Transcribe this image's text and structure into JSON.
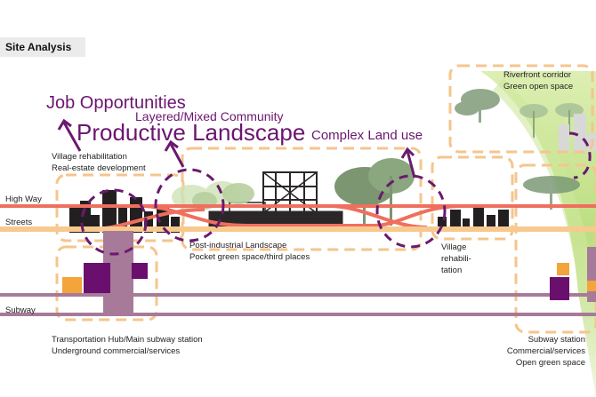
{
  "title": "Site Analysis",
  "roads": {
    "highway": "High Way",
    "streets": "Streets",
    "subway": "Subway"
  },
  "headings": {
    "job": "Job Opportunities",
    "layered": "Layered/Mixed Community",
    "productive": "Productive Landscape",
    "complex": "Complex Land use"
  },
  "annotations": {
    "village_top": [
      "Village rehabilitation",
      "Real-estate development"
    ],
    "postindustrial": [
      "Post-industrial Landscape",
      "Pocket green space/third places"
    ],
    "village_right": [
      "Village",
      "rehabili-",
      "tation"
    ],
    "riverfront": [
      "Riverfront corridor",
      "Green open space"
    ],
    "transport": [
      "Transportation Hub/Main subway station",
      "Underground commercial/services"
    ],
    "subway_station": [
      "Subway station",
      "Commercial/services",
      "Open green space"
    ]
  },
  "colors": {
    "purple_text": "#6b1570",
    "highway": "#ef6f5e",
    "streets": "#f7c98f",
    "subway": "#a77a99",
    "dashed_box": "#f5c58e",
    "dark_purple": "#6a0f6e",
    "orange": "#f3a43b",
    "green_corridor": "#b9dc7a"
  }
}
